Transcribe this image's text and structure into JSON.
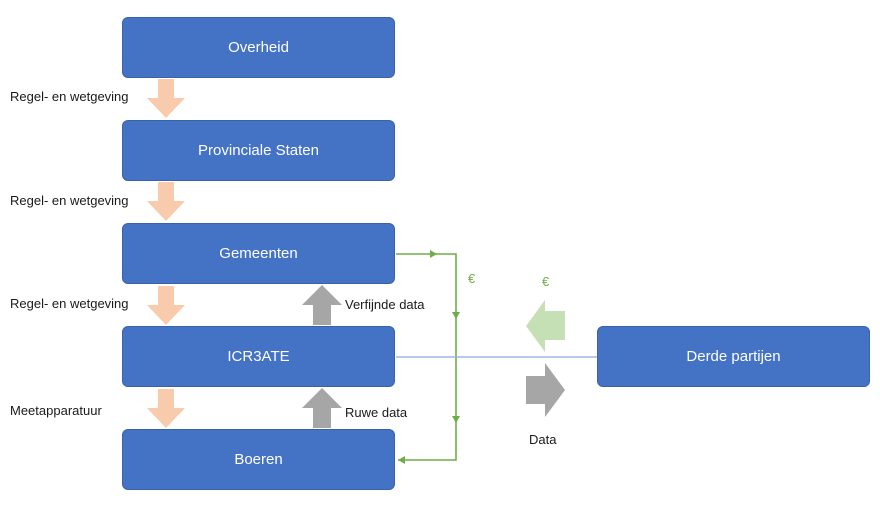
{
  "nodes": {
    "overheid": "Overheid",
    "provinciale_staten": "Provinciale Staten",
    "gemeenten": "Gemeenten",
    "icr3ate": "ICR3ATE",
    "boeren": "Boeren",
    "derde_partijen": "Derde partijen"
  },
  "labels": {
    "regel_1": "Regel- en wetgeving",
    "regel_2": "Regel- en wetgeving",
    "regel_3": "Regel- en wetgeving",
    "meetapparatuur": "Meetapparatuur",
    "verfijnde_data": "Verfijnde data",
    "ruwe_data": "Ruwe data",
    "data": "Data",
    "euro_1": "€",
    "euro_2": "€"
  },
  "colors": {
    "box": "#4472c4",
    "down_arrow": "#f8cbad",
    "up_arrow": "#a6a6a6",
    "money": "#70ad47",
    "money_arrow": "#c5e0b4",
    "data_arrow": "#a6a6a6",
    "link_line": "#8faadc"
  }
}
